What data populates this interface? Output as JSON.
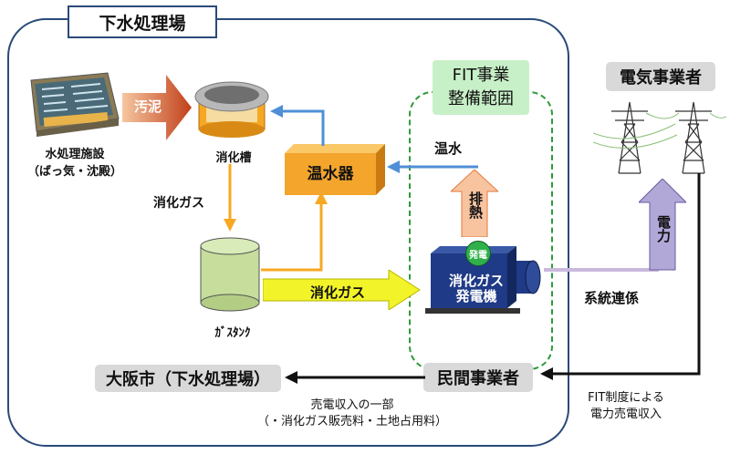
{
  "plant": {
    "title": "下水処理場"
  },
  "water_treatment": {
    "line1": "水処理施設",
    "line2": "（ばっ気・沈殿）"
  },
  "sludge_label": "汚泥",
  "digester": {
    "label": "消化槽"
  },
  "digestion_gas_label": "消化ガス",
  "gas_tank": {
    "label": "ｶﾞｽﾀﾝｸ"
  },
  "heater": {
    "label": "温水器"
  },
  "gas_flow_label": "消化ガス",
  "fit": {
    "title_line1": "FIT事業",
    "title_line2": "整備範囲"
  },
  "hot_water_label": "温水",
  "exhaust_heat_label": "排熱",
  "generator": {
    "badge": "発電",
    "line1": "消化ガス",
    "line2": "発電機"
  },
  "utility": {
    "title": "電気事業者"
  },
  "power_label": "電力",
  "grid_label": "系統連係",
  "private_operator": "民間事業者",
  "osaka": "大阪市（下水処理場）",
  "revenue_share": {
    "line1": "売電収入の一部",
    "line2": "（・消化ガス販売料・土地占用料）"
  },
  "fit_income": {
    "line1": "FIT制度による",
    "line2": "電力売電収入"
  },
  "colors": {
    "frame": "#2a4a7a",
    "fit_border": "#2f9a3a",
    "fit_fill": "#c8f0c8",
    "orange": "#f7a823",
    "blue_arrow": "#4f8fd6",
    "yellow_arrow": "#f3f32a",
    "exhaust_arrow": "#f8c4a0",
    "power_arrow": "#b2a8d8",
    "generator": "#1f3a86",
    "heater": "#f4a52c",
    "tank": "#c6dd9c",
    "grey_box": "#d9d9d9"
  }
}
